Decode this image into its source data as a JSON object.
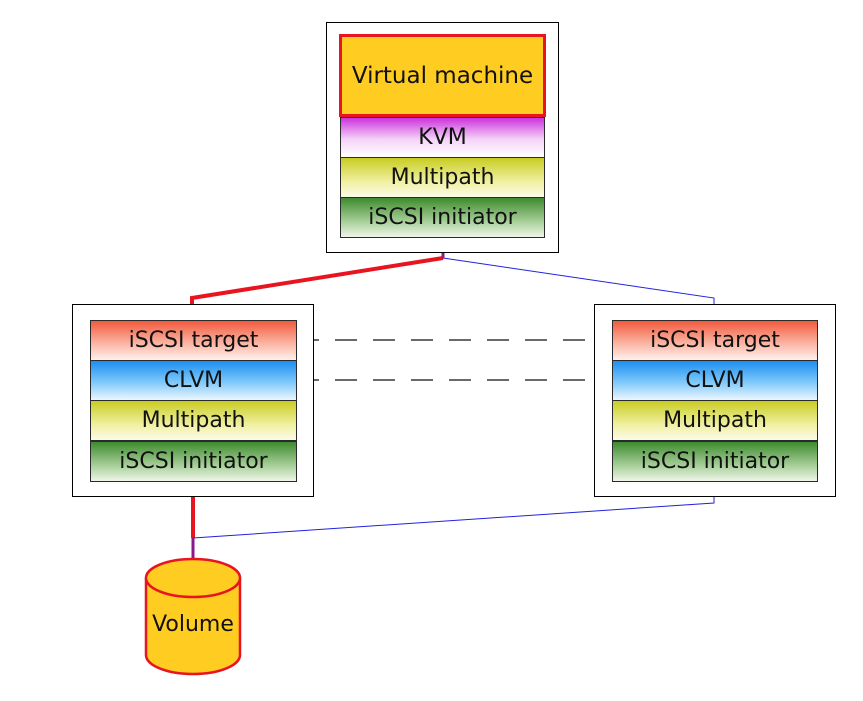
{
  "top_node": {
    "vm_label": "Virtual machine",
    "kvm_label": "KVM",
    "multipath_label": "Multipath",
    "initiator_label": "iSCSI initiator"
  },
  "left_node": {
    "target_label": "iSCSI target",
    "clvm_label": "CLVM",
    "multipath_label": "Multipath",
    "initiator_label": "iSCSI initiator"
  },
  "right_node": {
    "target_label": "iSCSI target",
    "clvm_label": "CLVM",
    "multipath_label": "Multipath",
    "initiator_label": "iSCSI initiator"
  },
  "volume": {
    "label": "Volume"
  },
  "colors": {
    "active_path": "#e8141f",
    "standby_path": "#2222dd",
    "junction": "#8a1a8a",
    "volume_fill": "#ffcc22"
  }
}
